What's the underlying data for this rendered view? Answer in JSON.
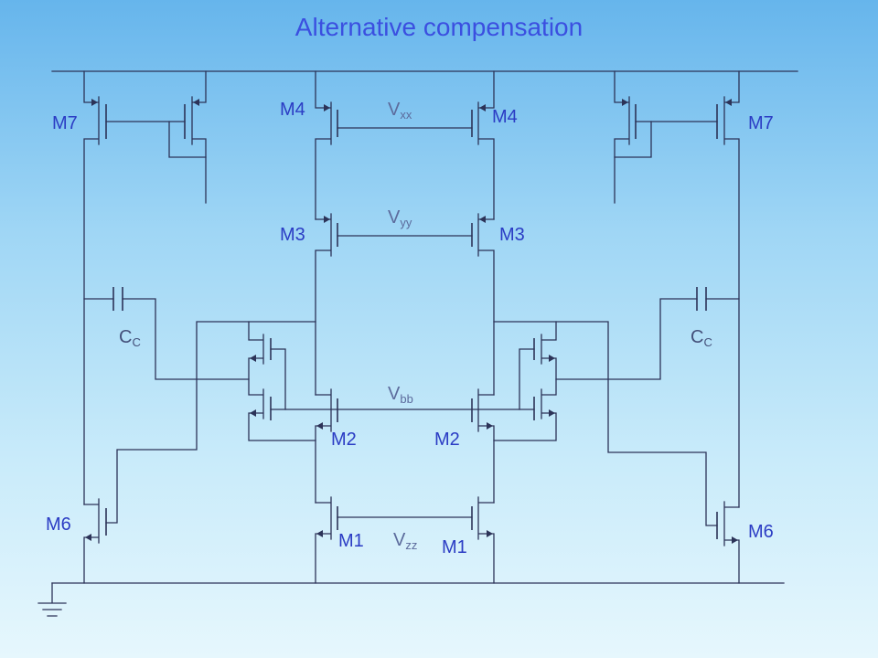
{
  "title": "Alternative compensation",
  "labels": {
    "m7_left": "M7",
    "m7_right": "M7",
    "m4_left": "M4",
    "m4_right": "M4",
    "m3_left": "M3",
    "m3_right": "M3",
    "m2_left": "M2",
    "m2_right": "M2",
    "m1_left": "M1",
    "m1_right": "M1",
    "m6_left": "M6",
    "m6_right": "M6"
  },
  "bias": {
    "vxx": {
      "main": "V",
      "sub": "xx"
    },
    "vyy": {
      "main": "V",
      "sub": "yy"
    },
    "vbb": {
      "main": "V",
      "sub": "bb"
    },
    "vzz": {
      "main": "V",
      "sub": "zz"
    }
  },
  "caps": {
    "cc_left": {
      "main": "C",
      "sub": "C"
    },
    "cc_right": {
      "main": "C",
      "sub": "C"
    }
  },
  "colors": {
    "background_top": "#66b5ec",
    "background_bottom": "#e6f7fd",
    "title": "#3b4fe0",
    "device_label": "#2b3cc4",
    "bias_label": "#5c6b9c",
    "wire": "#2c3358"
  }
}
